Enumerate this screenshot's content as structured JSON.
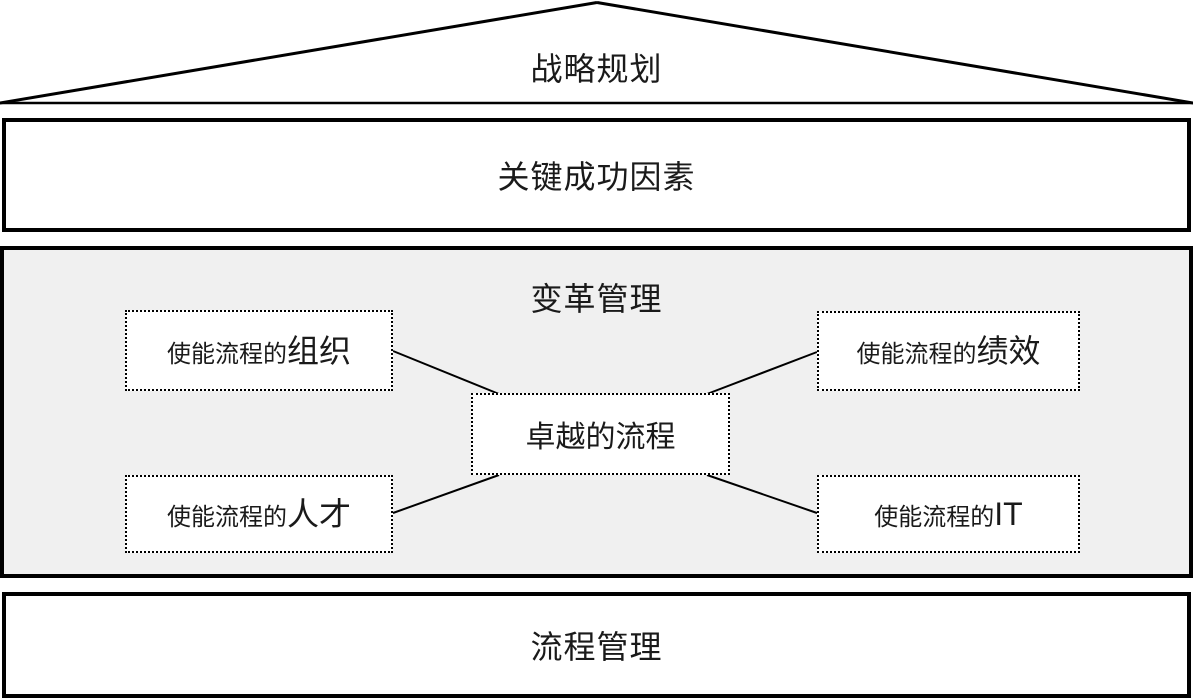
{
  "diagram": {
    "strategy": {
      "label": "战略规划"
    },
    "key_success_factors": {
      "label": "关键成功因素"
    },
    "change_management": {
      "label": "变革管理",
      "nodes": {
        "organization": {
          "prefix": "使能流程的",
          "emphasis": "组织"
        },
        "performance": {
          "prefix": "使能流程的",
          "emphasis": "绩效"
        },
        "excellent_process": {
          "label": "卓越的流程"
        },
        "talent": {
          "prefix": "使能流程的",
          "emphasis": "人才"
        },
        "it": {
          "prefix": "使能流程的",
          "emphasis": "IT"
        }
      }
    },
    "process_management": {
      "label": "流程管理"
    },
    "colors": {
      "section_fill": "#f0f0f0",
      "line_color": "#000000",
      "text_color": "#1a1a1a",
      "background": "#ffffff"
    }
  }
}
